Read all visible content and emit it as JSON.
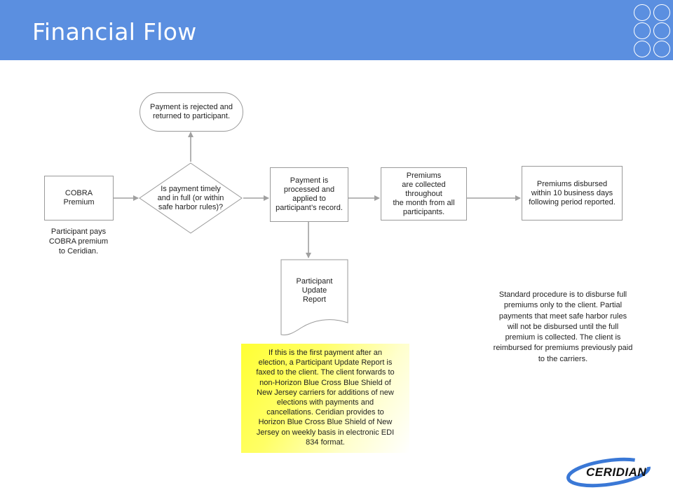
{
  "header": {
    "title": "Financial Flow"
  },
  "nodes": {
    "cobra_premium": "COBRA\nPremium",
    "decision": "Is payment timely\nand in full (or within\nsafe harbor rules)?",
    "rejected": "Payment is rejected and\nreturned to participant.",
    "processed": "Payment is\nprocessed and\napplied to\nparticipant’s record.",
    "collected": "Premiums\nare collected\nthroughout\nthe month from all\nparticipants.",
    "disbursed": "Premiums disbursed\nwithin 10 business days\nfollowing period reported.",
    "update_report": "Participant\nUpdate\nReport"
  },
  "notes": {
    "participant_pays": "Participant pays\nCOBRA premium\nto Ceridian.",
    "standard_procedure": "Standard procedure is to disburse full\npremiums only to the client.  Partial\npayments that meet safe harbor rules\nwill not be disbursed until the full\npremium is collected. The client is\nreimbursed for premiums previously paid\nto the carriers.",
    "first_payment": "If this is the first  payment after an\nelection, a Participant Update Report is\nfaxed to the client. The client forwards to\nnon-Horizon Blue Cross Blue Shield of\nNew Jersey carriers for additions of new\nelections with payments and\ncancellations. Ceridian provides to\nHorizon Blue Cross Blue Shield of New\nJersey on weekly basis in electronic EDI\n834 format."
  },
  "logo": {
    "text": "CERIDIAN",
    "swoosh_color": "#3a78d6"
  },
  "colors": {
    "header": "#5b8fe0",
    "connector": "#a0a0a0",
    "box_border": "#9a9a9a"
  }
}
